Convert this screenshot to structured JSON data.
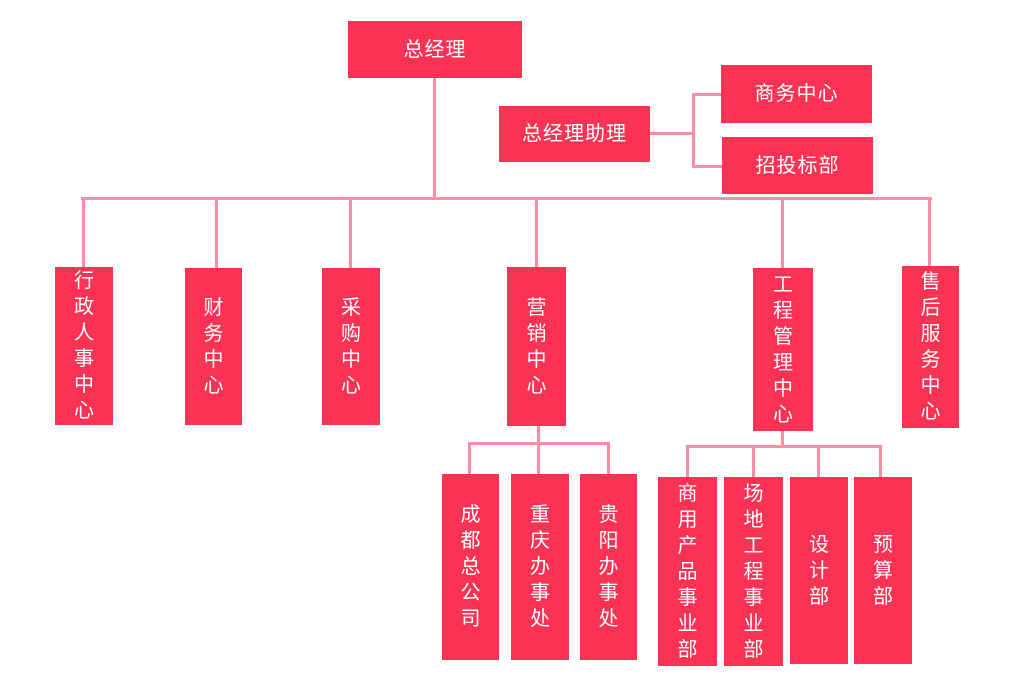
{
  "colors": {
    "node_fill": "#FA3355",
    "node_text": "#FFFFFF",
    "connector": "#FA8FA4",
    "background": "#FFFFFF"
  },
  "nodes": {
    "gm": {
      "label": "总经理"
    },
    "assistant": {
      "label": "总经理助理"
    },
    "business": {
      "label": "商务中心"
    },
    "bidding": {
      "label": "招投标部"
    },
    "admin_hr": {
      "label": "行政人事中心"
    },
    "finance": {
      "label": "财务中心"
    },
    "procurement": {
      "label": "采购中心"
    },
    "marketing": {
      "label": "营销中心"
    },
    "engineering": {
      "label": "工程管理中心"
    },
    "aftersales": {
      "label": "售后服务中心"
    },
    "chengdu": {
      "label": "成都总公司"
    },
    "chongqing": {
      "label": "重庆办事处"
    },
    "guiyang": {
      "label": "贵阳办事处"
    },
    "commercial_products": {
      "label": "商用产品事业部"
    },
    "site_engineering": {
      "label": "场地工程事业部"
    },
    "design": {
      "label": "设计部"
    },
    "budget": {
      "label": "预算部"
    }
  },
  "hierarchy": {
    "label": "总经理",
    "staff": {
      "label": "总经理助理",
      "children": [
        {
          "label": "商务中心"
        },
        {
          "label": "招投标部"
        }
      ]
    },
    "children": [
      {
        "label": "行政人事中心"
      },
      {
        "label": "财务中心"
      },
      {
        "label": "采购中心"
      },
      {
        "label": "营销中心",
        "children": [
          {
            "label": "成都总公司"
          },
          {
            "label": "重庆办事处"
          },
          {
            "label": "贵阳办事处"
          }
        ]
      },
      {
        "label": "工程管理中心",
        "children": [
          {
            "label": "商用产品事业部"
          },
          {
            "label": "场地工程事业部"
          },
          {
            "label": "设计部"
          },
          {
            "label": "预算部"
          }
        ]
      },
      {
        "label": "售后服务中心"
      }
    ]
  }
}
